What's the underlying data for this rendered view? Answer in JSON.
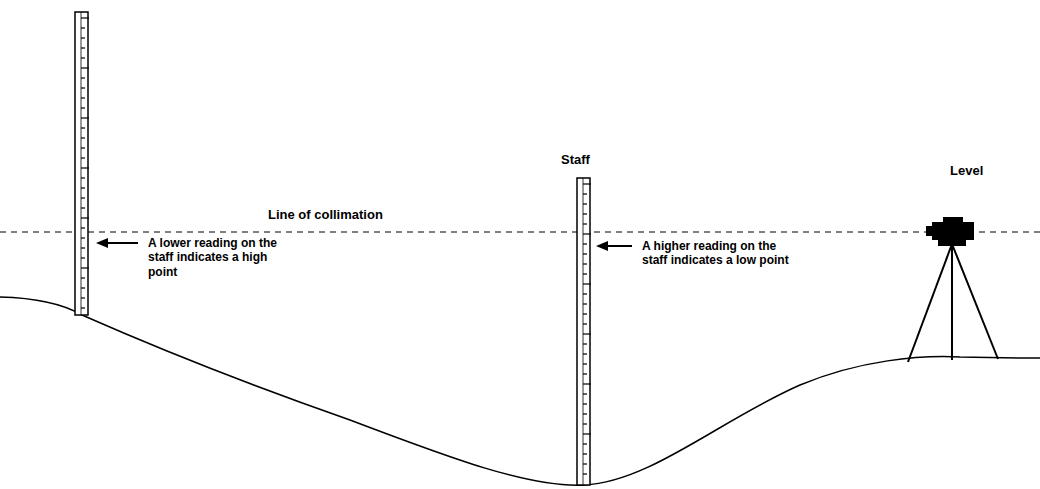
{
  "diagram": {
    "labels": [
      "Staff",
      "Level",
      "Line of collimation",
      "A lower reading on the staff indicates a high point",
      "A higher reading on the staff indicates a low point"
    ]
  }
}
